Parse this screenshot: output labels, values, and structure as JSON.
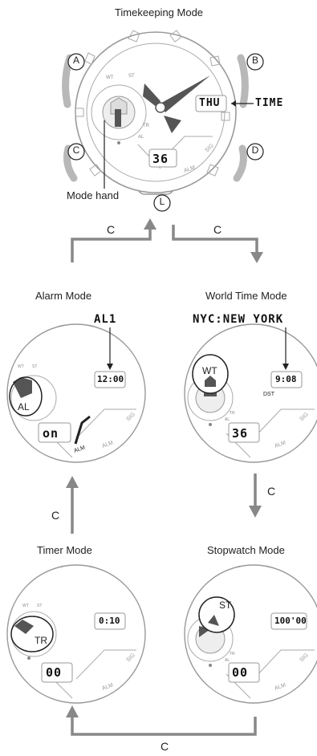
{
  "modes": {
    "timekeeping": "Timekeeping Mode",
    "alarm": "Alarm Mode",
    "world_time": "World Time Mode",
    "timer": "Timer Mode",
    "stopwatch": "Stopwatch Mode"
  },
  "buttons": {
    "a": "A",
    "b": "B",
    "c": "C",
    "d": "D",
    "l": "L"
  },
  "dial_labels": {
    "wt": "WT",
    "st": "ST",
    "al": "AL",
    "tr": "TR",
    "sig": "SIG",
    "alm": "ALM",
    "dst": "DST"
  },
  "timekeeping": {
    "day": "THU",
    "time_label": "TIME",
    "seconds": "36",
    "mode_hand": "Mode hand"
  },
  "alarm": {
    "name": "AL1",
    "time": "12:00",
    "state": "on",
    "mode_mark": "AL"
  },
  "world_time": {
    "city": "NYC:NEW YORK",
    "time": "9:08",
    "seconds": "36",
    "mode_mark": "WT"
  },
  "timer": {
    "time": "0:10",
    "seconds": "00",
    "mode_mark": "TR"
  },
  "stopwatch": {
    "time": "100'00",
    "seconds": "00",
    "mode_mark": "ST"
  },
  "arrow_label": "C"
}
